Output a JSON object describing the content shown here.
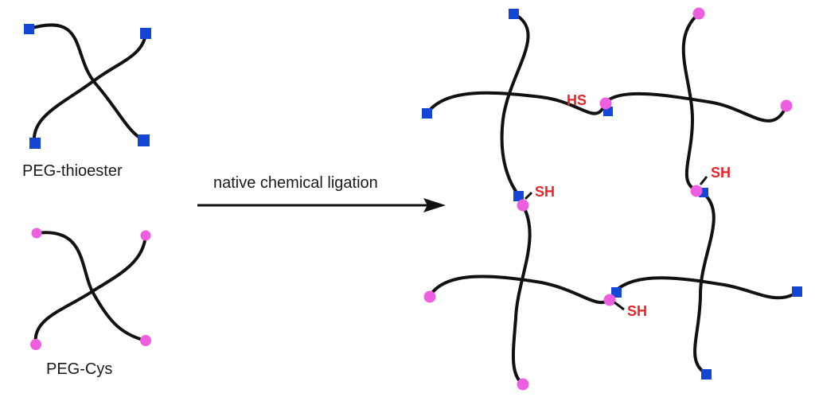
{
  "labels": {
    "thioester": "PEG-thioester",
    "cys": "PEG-Cys",
    "reaction": "native chemical ligation",
    "sh_1": "HS",
    "sh_2": "SH",
    "sh_3": "SH",
    "sh_4": "SH"
  },
  "colors": {
    "thioester_end": "#1446d6",
    "cys_end": "#ee5fe0",
    "thiol_label": "#e8262a",
    "strand": "#111111",
    "text": "#1a1a1a"
  },
  "legend_shapes": {
    "thioester_end": "blue-square",
    "cys_end": "magenta-circle"
  }
}
